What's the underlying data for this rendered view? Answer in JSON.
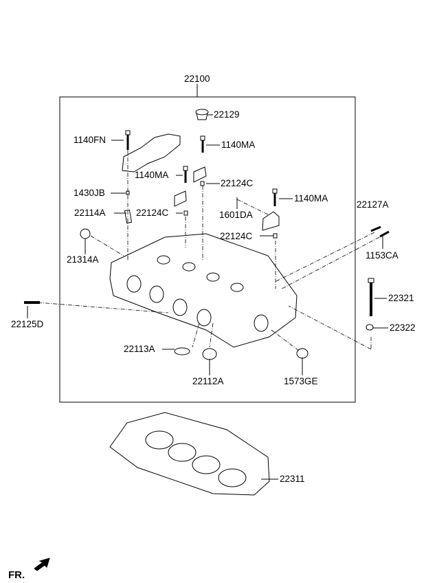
{
  "diagram": {
    "assembly_label": "22100",
    "parts": [
      {
        "id": "p22129",
        "label": "22129"
      },
      {
        "id": "p1140FN",
        "label": "1140FN"
      },
      {
        "id": "p1140MA_a",
        "label": "1140MA"
      },
      {
        "id": "p1140MA_b",
        "label": "1140MA"
      },
      {
        "id": "p22124C_a",
        "label": "22124C"
      },
      {
        "id": "p1430JB",
        "label": "1430JB"
      },
      {
        "id": "p1140MA_c",
        "label": "1140MA"
      },
      {
        "id": "p22114A",
        "label": "22114A"
      },
      {
        "id": "p22124C_b",
        "label": "22124C"
      },
      {
        "id": "p1601DA",
        "label": "1601DA"
      },
      {
        "id": "p22127A",
        "label": "22127A"
      },
      {
        "id": "p22124C_c",
        "label": "22124C"
      },
      {
        "id": "p21314A",
        "label": "21314A"
      },
      {
        "id": "p1153CA",
        "label": "1153CA"
      },
      {
        "id": "p22321",
        "label": "22321"
      },
      {
        "id": "p22125D",
        "label": "22125D"
      },
      {
        "id": "p22322",
        "label": "22322"
      },
      {
        "id": "p22113A",
        "label": "22113A"
      },
      {
        "id": "p22112A",
        "label": "22112A"
      },
      {
        "id": "p1573GE",
        "label": "1573GE"
      },
      {
        "id": "p22311",
        "label": "22311"
      }
    ],
    "direction_label": "FR."
  }
}
